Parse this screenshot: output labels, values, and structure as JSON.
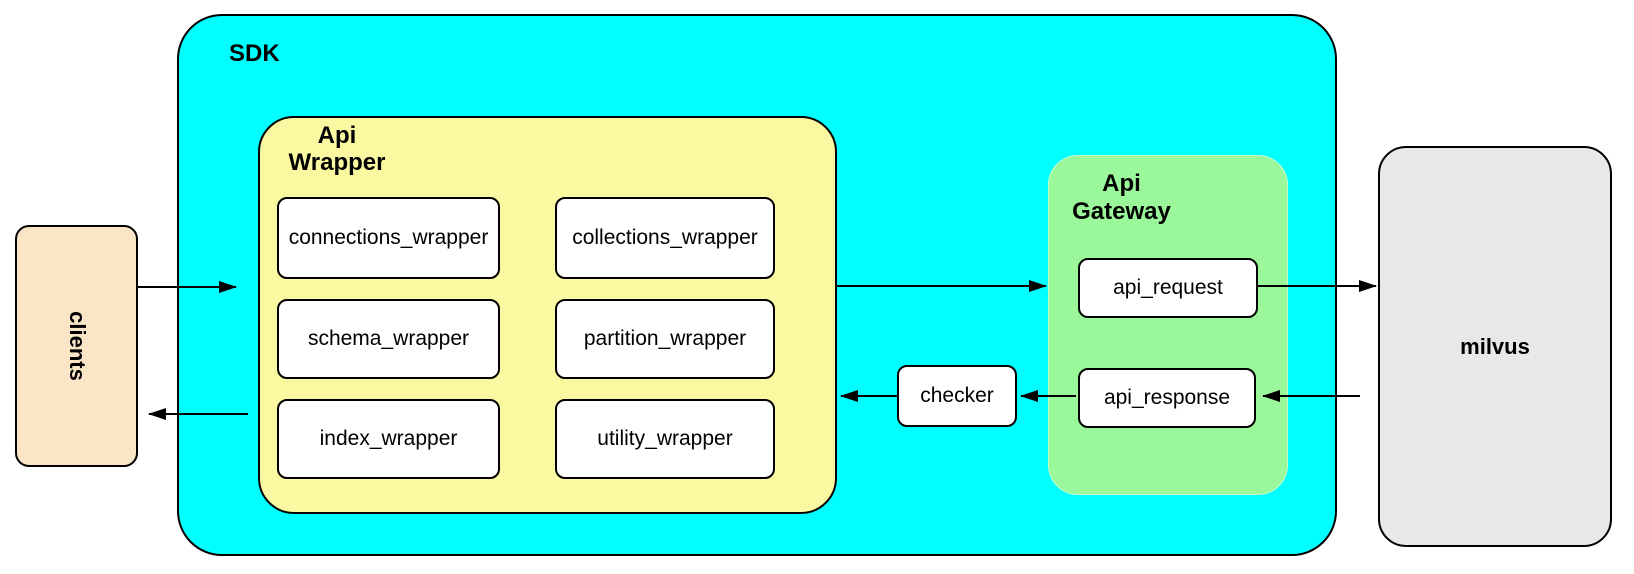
{
  "diagram": {
    "clients": {
      "label": "clients",
      "fill": "#fbe5c7"
    },
    "sdk": {
      "label": "SDK",
      "fill": "#00ffff"
    },
    "api_wrapper": {
      "label_line1": "Api",
      "label_line2": "Wrapper",
      "fill": "#fbf8a2",
      "boxes": [
        "connections_wrapper",
        "collections_wrapper",
        "schema_wrapper",
        "partition_wrapper",
        "index_wrapper",
        "utility_wrapper"
      ]
    },
    "checker": {
      "label": "checker",
      "fill": "#ffffff"
    },
    "api_gateway": {
      "label_line1": "Api",
      "label_line2": "Gateway",
      "fill": "#9af79a",
      "boxes": [
        "api_request",
        "api_response"
      ]
    },
    "milvus": {
      "label": "milvus",
      "fill": "#e8e8e8"
    },
    "edges": [
      {
        "from": "clients",
        "to": "sdk-api-wrapper"
      },
      {
        "from": "api-wrapper",
        "to": "api-gateway"
      },
      {
        "from": "api_request",
        "to": "milvus"
      },
      {
        "from": "milvus",
        "to": "api_response"
      },
      {
        "from": "api_response",
        "to": "checker"
      },
      {
        "from": "checker",
        "to": "api-wrapper"
      },
      {
        "from": "api-wrapper",
        "to": "clients"
      }
    ],
    "line_color": "#000000"
  }
}
